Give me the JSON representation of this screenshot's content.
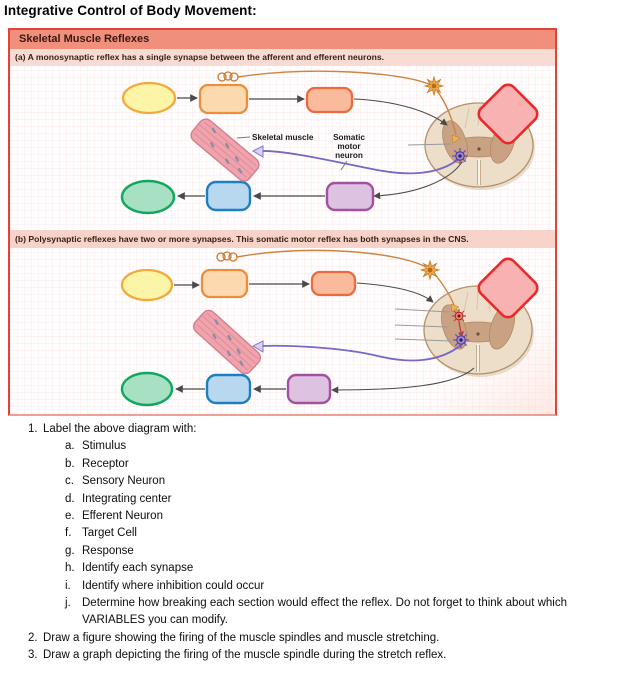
{
  "page_title": "Integrative Control of Body Movement:",
  "panel": {
    "header": "Skeletal Muscle Reflexes",
    "caption_a": "(a) A monosynaptic reflex has a single synapse between the afferent and efferent neurons.",
    "caption_b": "(b) Polysynaptic reflexes have two or more synapses. This somatic motor reflex has both synapses in the CNS.",
    "labels": {
      "skeletal_muscle": "Skeletal muscle",
      "somatic_1": "Somatic",
      "somatic_2": "motor",
      "somatic_3": "neuron"
    }
  },
  "colors": {
    "panel_border": "#e5413b",
    "header_bg": "#f0907c",
    "caption_bg": "#f8dcd4",
    "oval_yellow": {
      "fill": "#fcf4a6",
      "stroke": "#f2a93e"
    },
    "box_orange_1": {
      "fill": "#fcd9ae",
      "stroke": "#ee8e3c"
    },
    "box_orange_2": {
      "fill": "#f9bb9b",
      "stroke": "#ec6a3e"
    },
    "oval_green": {
      "fill": "#a7e0c2",
      "stroke": "#12a75e"
    },
    "box_blue": {
      "fill": "#b8d8ef",
      "stroke": "#1d7fc1"
    },
    "box_purple": {
      "fill": "#ddc2e2",
      "stroke": "#a3519f"
    },
    "diamond_red": {
      "fill": "#f9b2b2",
      "stroke": "#ea2a2a"
    },
    "sensory_axon": "#cf8340",
    "motor_axon": "#7668c4",
    "muscle_fill": "#efa3ad"
  },
  "questions": [
    {
      "label": "1.",
      "text": "Label the above diagram with:"
    },
    {
      "label": "a.",
      "text": "Stimulus"
    },
    {
      "label": "b.",
      "text": "Receptor"
    },
    {
      "label": "c.",
      "text": "Sensory Neuron"
    },
    {
      "label": "d.",
      "text": "Integrating center"
    },
    {
      "label": "e.",
      "text": "Efferent Neuron"
    },
    {
      "label": "f.",
      "text": "Target Cell"
    },
    {
      "label": "g.",
      "text": "Response"
    },
    {
      "label": "h.",
      "text": "Identify each synapse"
    },
    {
      "label": "i.",
      "text": "Identify where inhibition could occur"
    },
    {
      "label": "j.",
      "text": "Determine how breaking each section would effect the reflex. Do not forget to think about which VARIABLES you can modify."
    },
    {
      "label": "2.",
      "text": "Draw a figure showing the firing of the muscle spindles and muscle stretching."
    },
    {
      "label": "3.",
      "text": "Draw a graph depicting the firing of the muscle spindle during the stretch reflex."
    }
  ]
}
